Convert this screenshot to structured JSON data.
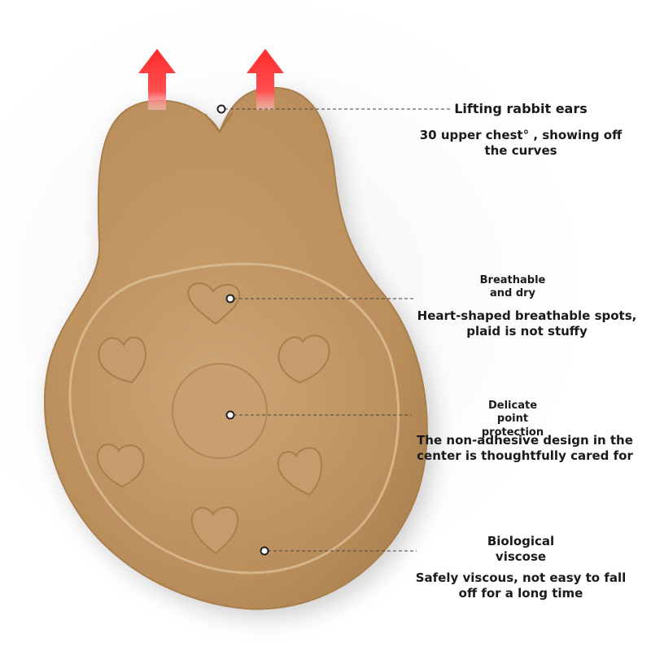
{
  "colors": {
    "pad": "#bd9362",
    "pad_edge": "#a57c4d",
    "dome": "#c9a273",
    "heart": "#c49b6b",
    "arrow_top": "#ff2a2a",
    "arrow_bottom": "#ffb3b3",
    "line": "#444444"
  },
  "callouts": [
    {
      "id": "lifting",
      "title": "Lifting rabbit ears",
      "desc": "30 upper chest° , showing off the curves"
    },
    {
      "id": "breathable",
      "title": "Breathable and dry",
      "desc": "Heart-shaped breathable spots, plaid is not stuffy"
    },
    {
      "id": "delicate",
      "title": "Delicate point protection",
      "desc": "The non-adhesive design in the center is thoughtfully cared for"
    },
    {
      "id": "biological",
      "title": "Biological viscose",
      "desc": "Safely viscous, not easy to fall off for a long time"
    }
  ]
}
